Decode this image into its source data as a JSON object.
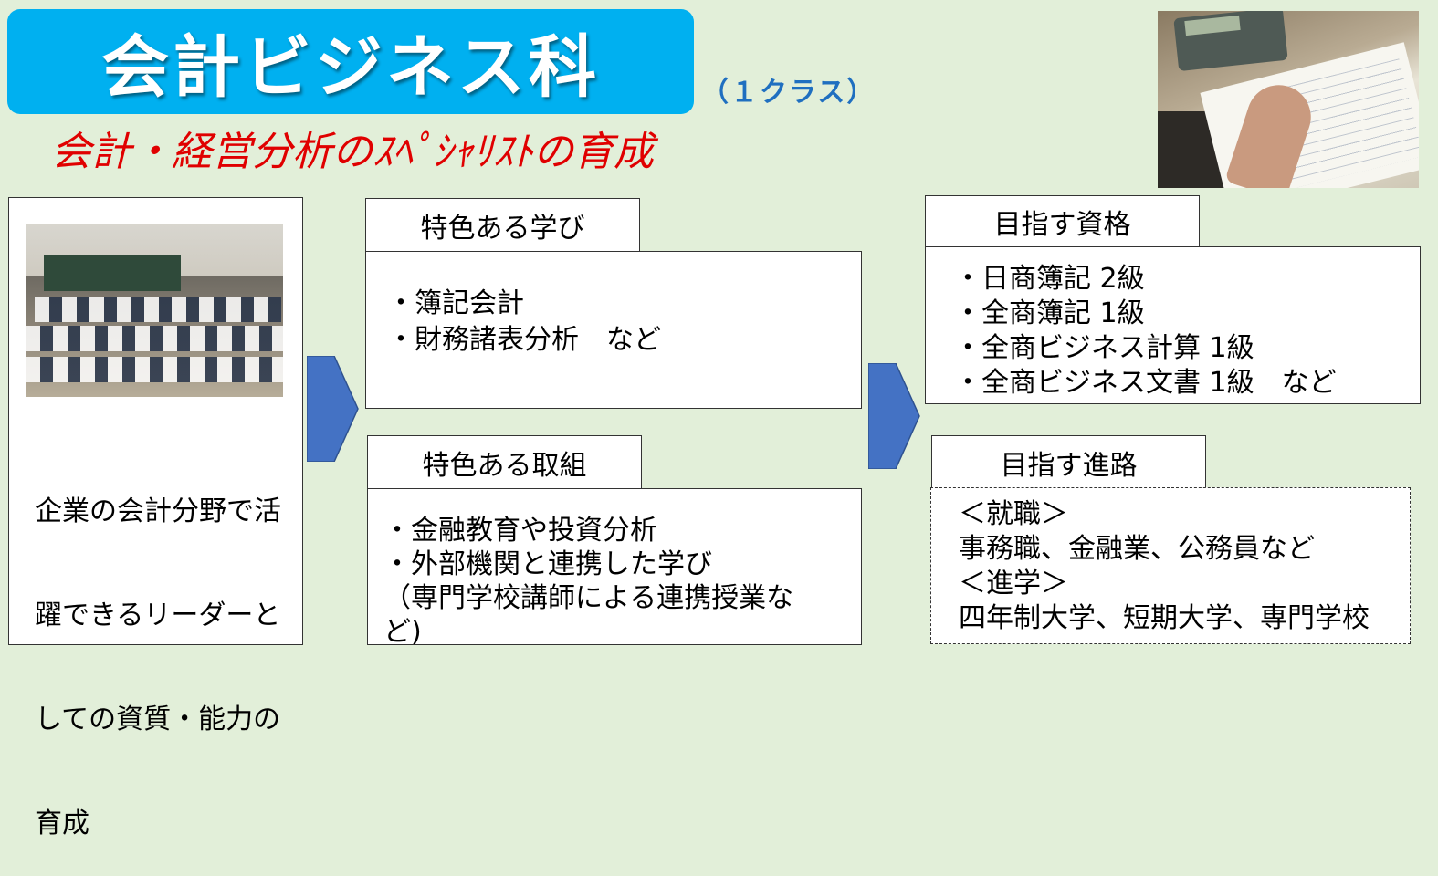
{
  "header": {
    "title": "会計ビジネス科",
    "class_note": "（１クラス）",
    "subtitle": "会計・経営分析のｽﾍﾟｼｬﾘｽﾄの育成"
  },
  "left_panel": {
    "description_lines": [
      "企業の会計分野で活",
      "躍できるリーダーと",
      "しての資質・能力の",
      "育成"
    ]
  },
  "learning": {
    "heading": "特色ある学び",
    "items": [
      "・簿記会計",
      "・財務諸表分析　など"
    ]
  },
  "activities": {
    "heading": "特色ある取組",
    "items": [
      "・金融教育や投資分析",
      "・外部機関と連携した学び",
      "（専門学校講師による連携授業な",
      "ど)"
    ]
  },
  "qualifications": {
    "heading": "目指す資格",
    "items": [
      "・日商簿記 2級",
      "・全商簿記 1級",
      "・全商ビジネス計算 1級",
      "・全商ビジネス文書 1級　など"
    ]
  },
  "career": {
    "heading": "目指す進路",
    "items": [
      "＜就職＞",
      "事務職、金融業、公務員など",
      "＜進学＞",
      "四年制大学、短期大学、専門学校"
    ]
  },
  "colors": {
    "background": "#e2efd9",
    "banner": "#00b0f0",
    "subtitle": "#e00000",
    "class_note": "#1f6fc0",
    "arrow": "#4472c4"
  }
}
